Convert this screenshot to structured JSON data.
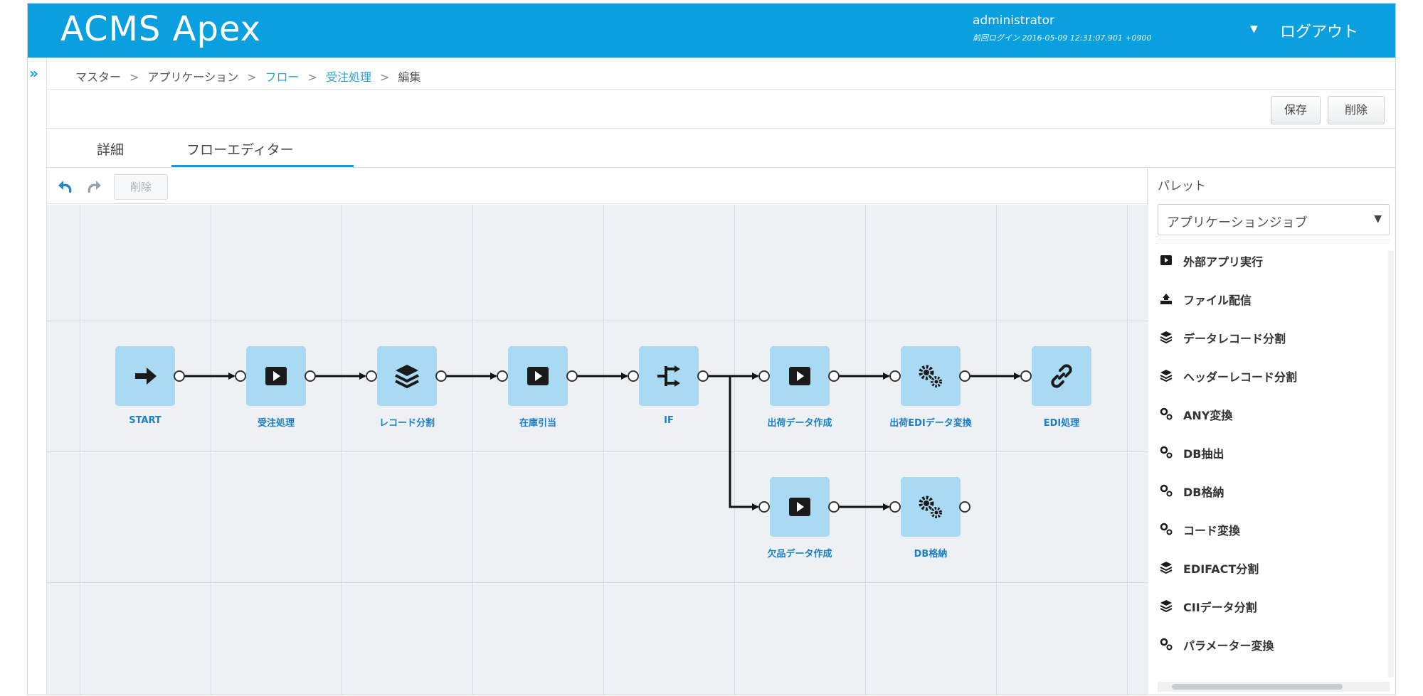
{
  "header": {
    "logo": "ACMS Apex",
    "username": "administrator",
    "last_login": "前回ログイン 2016-05-09 12:31:07.901 +0900",
    "logout": "ログアウト"
  },
  "breadcrumb": {
    "items": [
      {
        "label": "マスター",
        "link": false
      },
      {
        "label": "アプリケーション",
        "link": false
      },
      {
        "label": "フロー",
        "link": true
      },
      {
        "label": "受注処理",
        "link": true
      },
      {
        "label": "編集",
        "link": false
      }
    ],
    "separator": ">"
  },
  "actions": {
    "save": "保存",
    "delete": "削除"
  },
  "tabs": [
    {
      "label": "詳細",
      "active": false
    },
    {
      "label": "フローエディター",
      "active": true
    }
  ],
  "editor_toolbar": {
    "delete": "削除"
  },
  "flow": {
    "nodes": [
      {
        "id": "start",
        "label": "START",
        "icon": "arrow-right-icon"
      },
      {
        "id": "order",
        "label": "受注処理",
        "icon": "play-box-icon"
      },
      {
        "id": "split",
        "label": "レコード分割",
        "icon": "layers-icon"
      },
      {
        "id": "stock",
        "label": "在庫引当",
        "icon": "play-box-icon"
      },
      {
        "id": "if",
        "label": "IF",
        "icon": "branch-icon"
      },
      {
        "id": "ship",
        "label": "出荷データ作成",
        "icon": "play-box-icon"
      },
      {
        "id": "edi-conv",
        "label": "出荷EDIデータ変換",
        "icon": "gears-icon"
      },
      {
        "id": "edi",
        "label": "EDI処理",
        "icon": "link-icon"
      },
      {
        "id": "short",
        "label": "欠品データ作成",
        "icon": "play-box-icon"
      },
      {
        "id": "db",
        "label": "DB格納",
        "icon": "gears-icon"
      }
    ]
  },
  "palette": {
    "title": "パレット",
    "category": "アプリケーションジョブ",
    "items": [
      {
        "label": "外部アプリ実行",
        "icon": "play-box-icon"
      },
      {
        "label": "ファイル配信",
        "icon": "upload-tray-icon"
      },
      {
        "label": "データレコード分割",
        "icon": "layers-icon"
      },
      {
        "label": "ヘッダーレコード分割",
        "icon": "layers-icon"
      },
      {
        "label": "ANY変換",
        "icon": "gears-icon"
      },
      {
        "label": "DB抽出",
        "icon": "gears-icon"
      },
      {
        "label": "DB格納",
        "icon": "gears-icon"
      },
      {
        "label": "コード変換",
        "icon": "gears-icon"
      },
      {
        "label": "EDIFACT分割",
        "icon": "layers-icon"
      },
      {
        "label": "CIIデータ分割",
        "icon": "layers-icon"
      },
      {
        "label": "パラメーター変換",
        "icon": "gears-icon"
      }
    ]
  },
  "colors": {
    "header": "#0aa0df",
    "node": "#a9d9f3",
    "node_label": "#1d7fc0",
    "link": "#2d9fd9"
  }
}
